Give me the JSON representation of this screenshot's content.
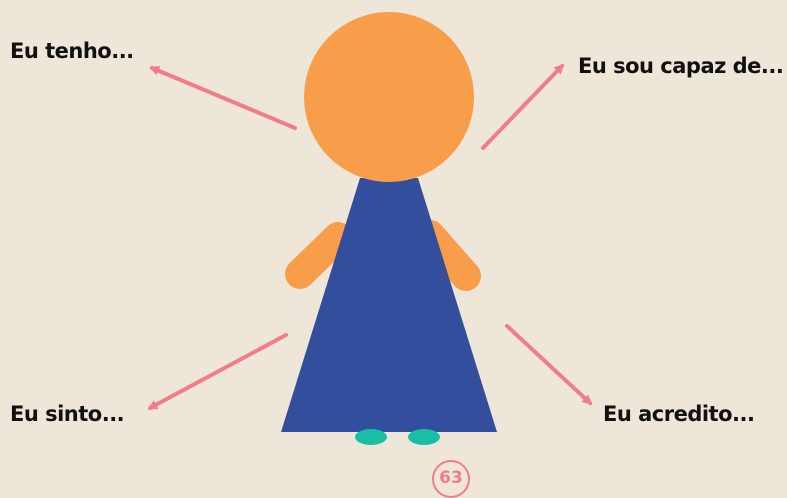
{
  "labels": {
    "top_left": "Eu tenho...",
    "top_right": "Eu sou capaz de...",
    "bottom_left": "Eu sinto...",
    "bottom_right": "Eu acredito..."
  },
  "page_number": "63",
  "colors": {
    "background": "#efe6da",
    "head": "#f89d4a",
    "dress": "#344e9e",
    "arms": "#f89d4a",
    "feet": "#19bfa4",
    "arrows": "#f07d87",
    "text": "#111111"
  }
}
